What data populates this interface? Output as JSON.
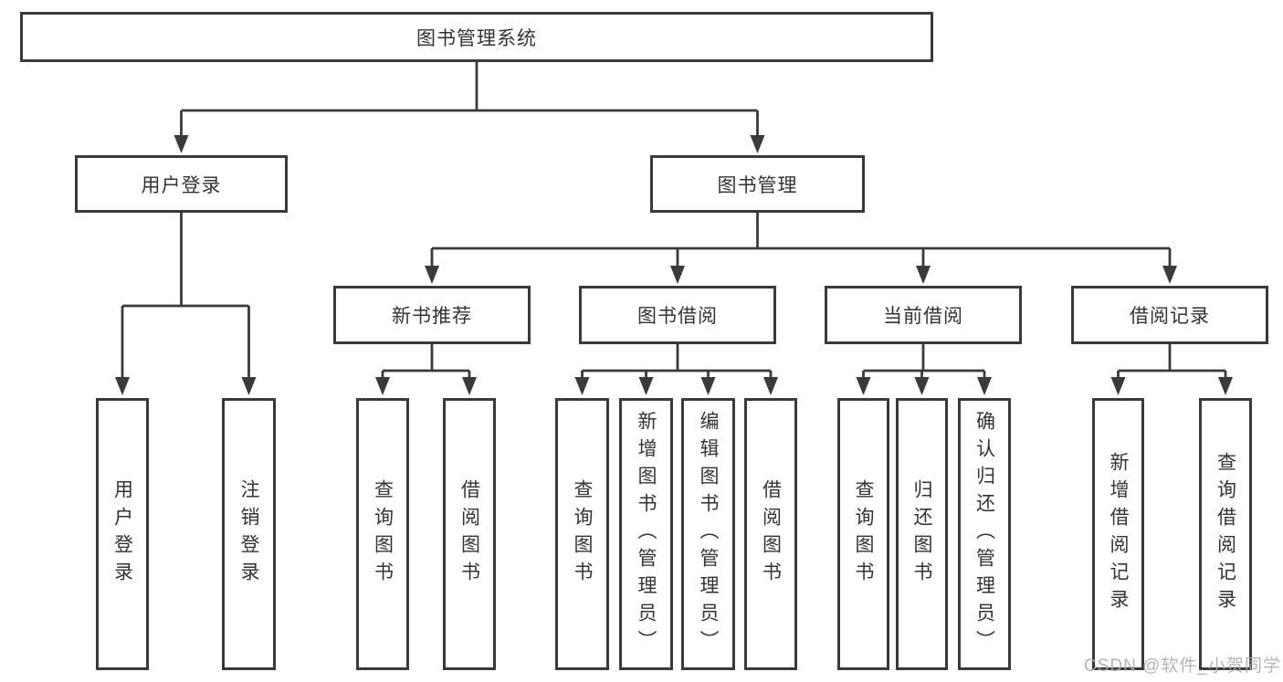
{
  "tree": {
    "root": {
      "label": "图书管理系统",
      "children": [
        {
          "label": "用户登录",
          "children": [
            {
              "label": "用户登录"
            },
            {
              "label": "注销登录"
            }
          ]
        },
        {
          "label": "图书管理",
          "children": [
            {
              "label": "新书推荐",
              "children": [
                {
                  "label": "查询图书"
                },
                {
                  "label": "借阅图书"
                }
              ]
            },
            {
              "label": "图书借阅",
              "children": [
                {
                  "label": "查询图书"
                },
                {
                  "label": "新增图书（管理员）"
                },
                {
                  "label": "编辑图书（管理员）"
                },
                {
                  "label": "借阅图书"
                }
              ]
            },
            {
              "label": "当前借阅",
              "children": [
                {
                  "label": "查询图书"
                },
                {
                  "label": "归还图书"
                },
                {
                  "label": "确认归还（管理员）"
                }
              ]
            },
            {
              "label": "借阅记录",
              "children": [
                {
                  "label": "新增借阅记录"
                },
                {
                  "label": "查询借阅记录"
                }
              ]
            }
          ]
        }
      ]
    }
  },
  "watermark": {
    "text": "CSDN @软件_小贺同学"
  },
  "colors": {
    "line": "#3a3a3a",
    "box_border": "#3a3a3a",
    "box_fill": "#ffffff",
    "text": "#333333",
    "background": "#ffffff",
    "watermark": "#aaacb0"
  }
}
